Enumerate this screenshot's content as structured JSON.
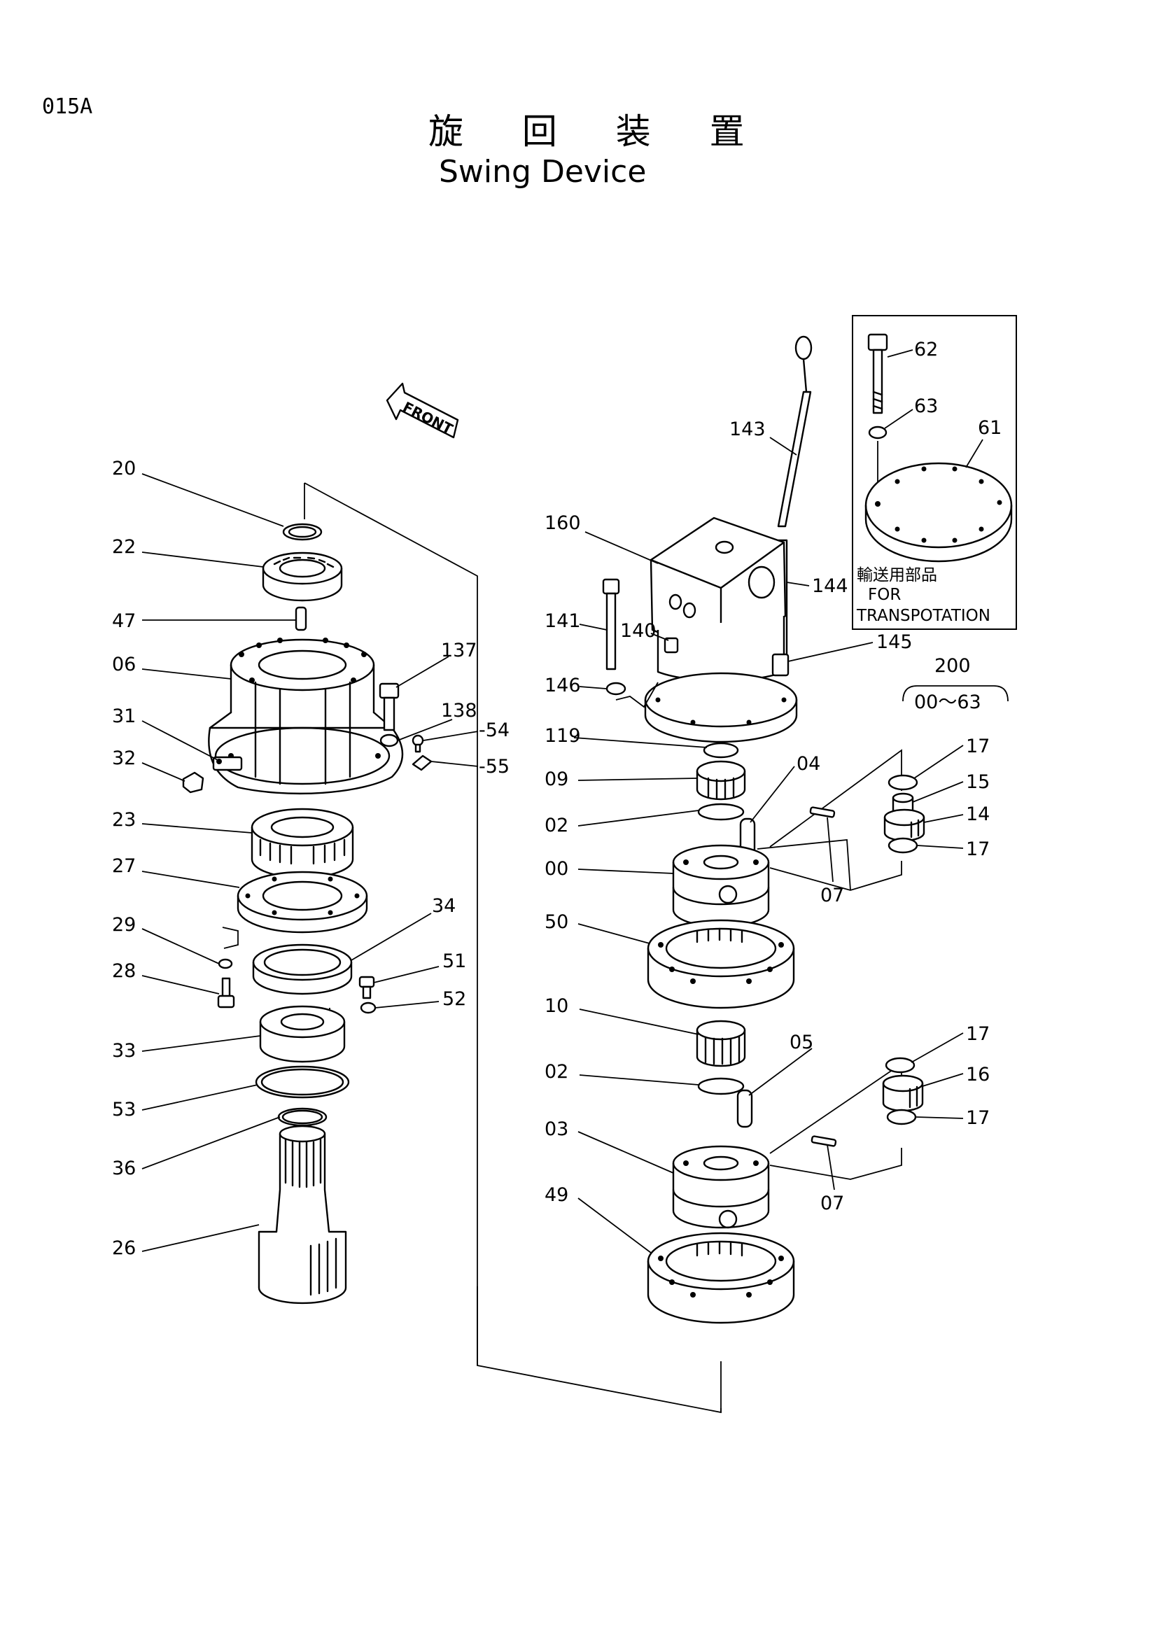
{
  "page_code": "015A",
  "title_jp": "旋 回 装 置",
  "title_en": "Swing Device",
  "front_label": "FRONT",
  "inset": {
    "note_jp": "輸送用部品",
    "note_en_1": "FOR",
    "note_en_2": "TRANSPOTATION",
    "labels": [
      "62",
      "63",
      "61"
    ]
  },
  "assembly": {
    "number": "200",
    "range": "00～63"
  },
  "left_column_labels": [
    "20",
    "22",
    "47",
    "06",
    "31",
    "32",
    "23",
    "27",
    "29",
    "28",
    "33",
    "53",
    "36",
    "26"
  ],
  "left_side_labels": [
    "137",
    "138",
    "-54",
    "-55",
    "34",
    "51",
    "52"
  ],
  "right_column_labels": [
    "160",
    "143",
    "144",
    "141",
    "140",
    "145",
    "146",
    "119",
    "09",
    "04",
    "02",
    "00",
    "07",
    "50",
    "10",
    "05",
    "02",
    "03",
    "07",
    "49"
  ],
  "pin_labels_upper": [
    "17",
    "15",
    "14",
    "17"
  ],
  "pin_labels_lower": [
    "17",
    "16",
    "17"
  ]
}
